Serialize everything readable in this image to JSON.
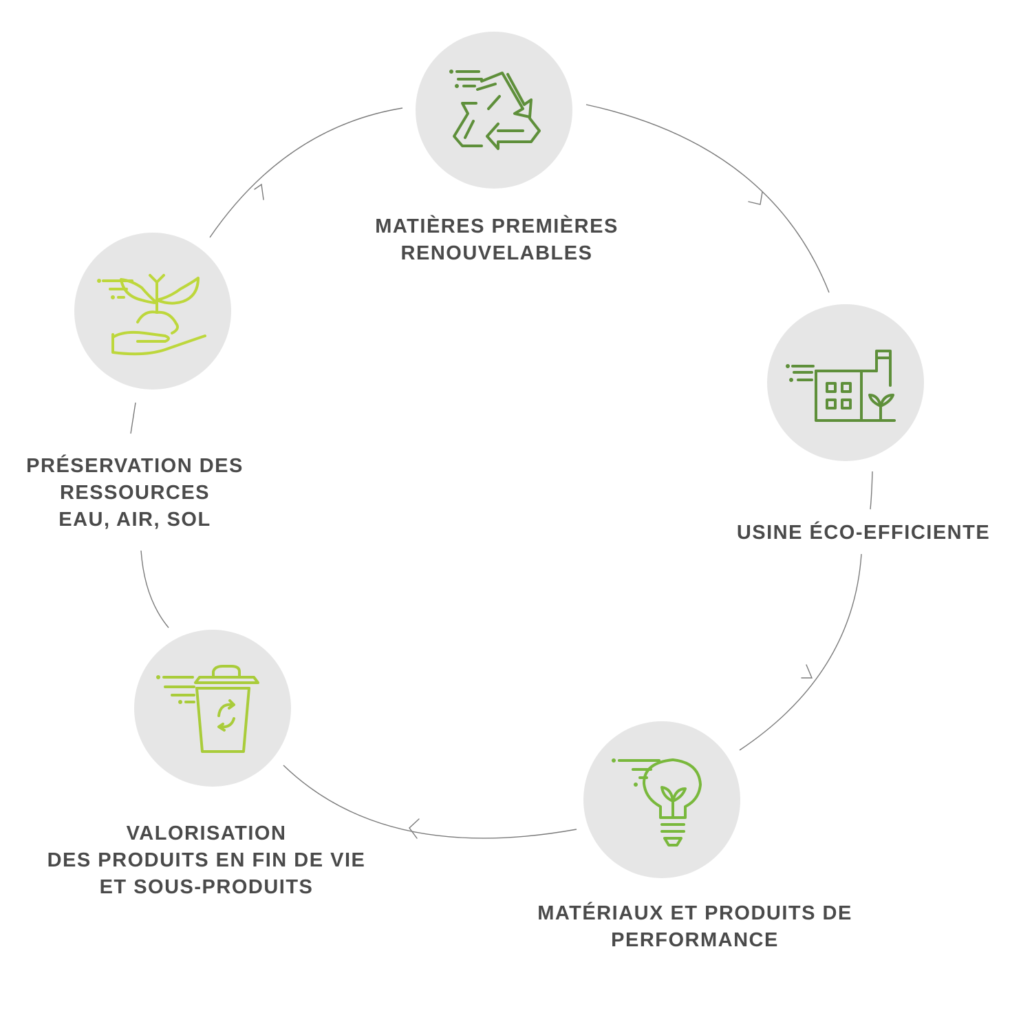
{
  "colors": {
    "circle_fill": "#e6e6e6",
    "ring_stroke": "#7a7a7a",
    "label_text": "#4a4a4a",
    "green_dark": "#5e8f3a",
    "green_mid": "#79b83c",
    "green_light": "#a9cc3a",
    "green_lime": "#bdd73c"
  },
  "nodes": [
    {
      "id": "matieres",
      "icon": "recycle-icon",
      "color": "green_dark",
      "label_lines": [
        "MATIÈRES PREMIÈRES",
        "RENOUVELABLES"
      ]
    },
    {
      "id": "usine",
      "icon": "factory-icon",
      "color": "green_dark",
      "label_lines": [
        "USINE ÉCO-EFFICIENTE"
      ]
    },
    {
      "id": "materiaux",
      "icon": "lightbulb-icon",
      "color": "green_mid",
      "label_lines": [
        "MATÉRIAUX ET PRODUITS DE",
        "PERFORMANCE"
      ]
    },
    {
      "id": "valorisation",
      "icon": "recycling-bin-icon",
      "color": "green_light",
      "label_lines": [
        "VALORISATION",
        "DES PRODUITS EN FIN DE VIE",
        "ET SOUS-PRODUITS"
      ]
    },
    {
      "id": "preservation",
      "icon": "plant-in-hand-icon",
      "color": "green_lime",
      "label_lines": [
        "PRÉSERVATION DES",
        "RESSOURCES",
        "EAU, AIR, SOL"
      ]
    }
  ]
}
